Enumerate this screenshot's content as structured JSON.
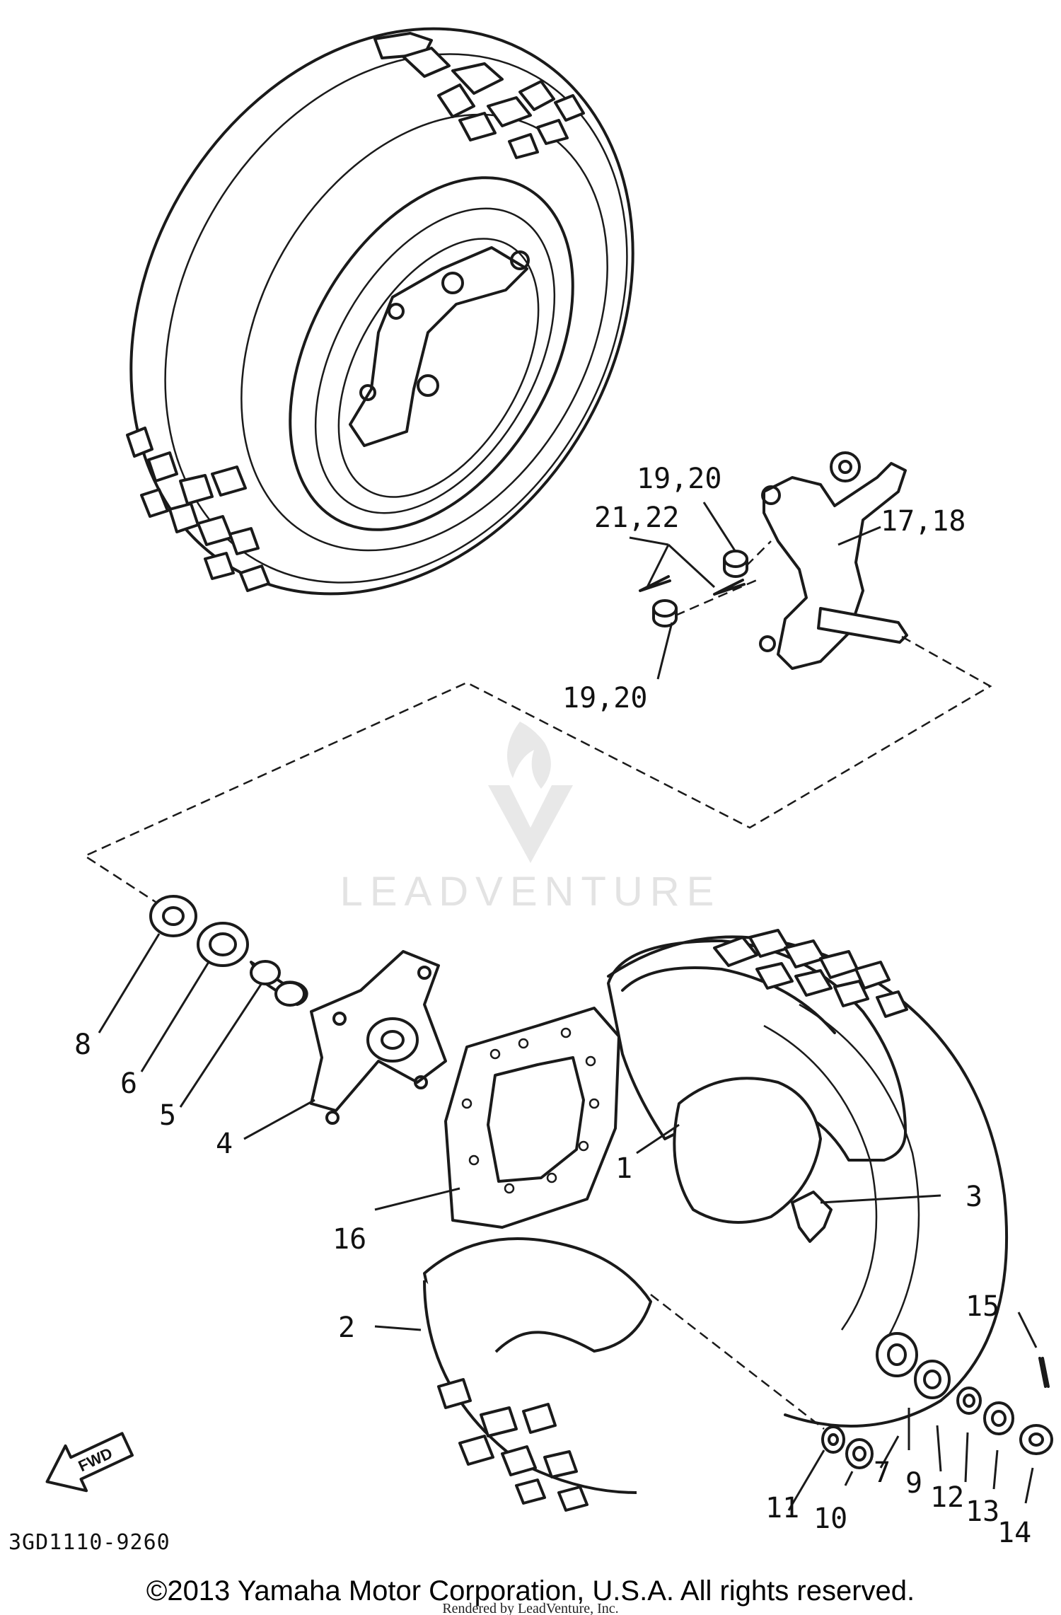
{
  "callouts": {
    "c1": "1",
    "c2": "2",
    "c3": "3",
    "c4": "4",
    "c5": "5",
    "c6": "6",
    "c7": "7",
    "c8": "8",
    "c9": "9",
    "c10": "10",
    "c11": "11",
    "c12": "12",
    "c13": "13",
    "c14": "14",
    "c15": "15",
    "c16": "16",
    "c17_18": "17,18",
    "c19_20_top": "19,20",
    "c19_20_bottom": "19,20",
    "c21_22": "21,22"
  },
  "fwd_arrow": {
    "label": "FWD",
    "icon": "fwd-arrow-icon"
  },
  "diagram_code": "3GD1110-9260",
  "watermark": {
    "text": "LEADVENTURE",
    "icon": "leadventure-logo-icon"
  },
  "copyright": "©2013 Yamaha Motor Corporation, U.S.A. All rights reserved.",
  "rendered_by": "Rendered by LeadVenture, Inc.",
  "colors": {
    "ink": "#1a1a1a",
    "watermark": "#e3e3e3",
    "background": "#ffffff"
  }
}
